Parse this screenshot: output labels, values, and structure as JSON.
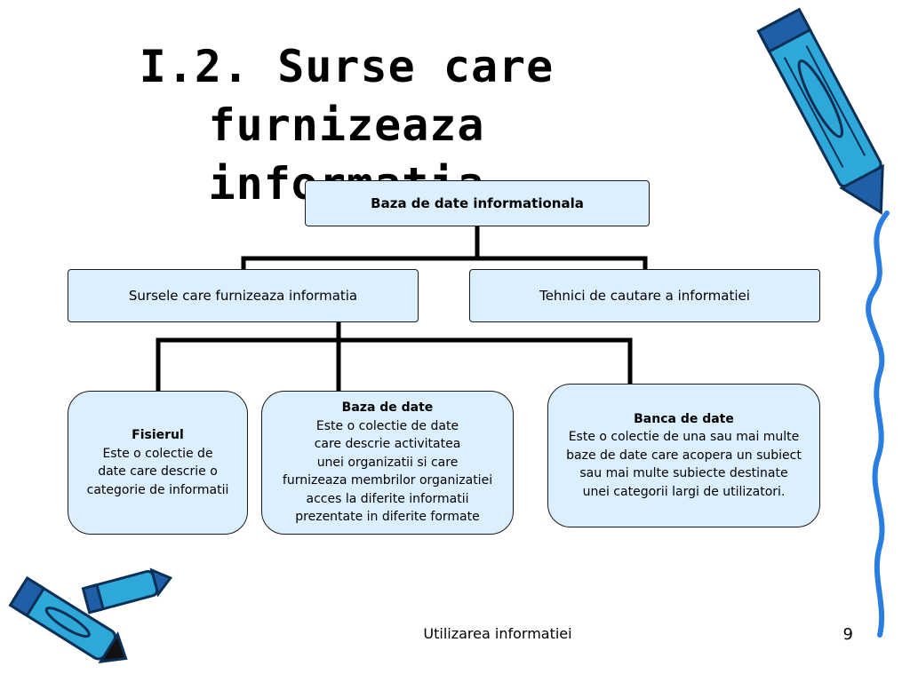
{
  "slide": {
    "title_lines": [
      "I.2. Surse care",
      "furnizeaza informatia"
    ],
    "footer": "Utilizarea informatiei",
    "page_number": "9"
  },
  "diagram": {
    "root": {
      "label": "Baza de date informationala"
    },
    "level2": [
      {
        "label": "Sursele care furnizeaza informatia"
      },
      {
        "label": "Tehnici de cautare a informatiei"
      }
    ],
    "level3": [
      {
        "heading": "Fisierul",
        "lines": [
          "Este o colectie de",
          "date care descrie o",
          "categorie de informatii"
        ]
      },
      {
        "heading": "Baza de date",
        "lines": [
          "Este o colectie de date",
          "care descrie activitatea",
          "unei organizatii si care",
          "furnizeaza membrilor organizatiei",
          "acces la diferite informatii",
          "prezentate in diferite formate"
        ]
      },
      {
        "heading": "Banca de date",
        "lines": [
          "Este o colectie de una sau mai multe",
          "baze de date care acopera un subiect",
          "sau mai multe subiecte destinate",
          "unei categorii largi de utilizatori."
        ]
      }
    ]
  },
  "colors": {
    "box_fill": "#dcefff",
    "box_border": "#1a1a1a",
    "connector": "#000000",
    "pencil_body": "#2ea8d8",
    "pencil_dark": "#1f5fa8",
    "ribbon": "#2a7de1"
  },
  "decorations": {
    "icons": [
      "pencil-icon",
      "crayon-icon",
      "squiggle-line"
    ]
  }
}
